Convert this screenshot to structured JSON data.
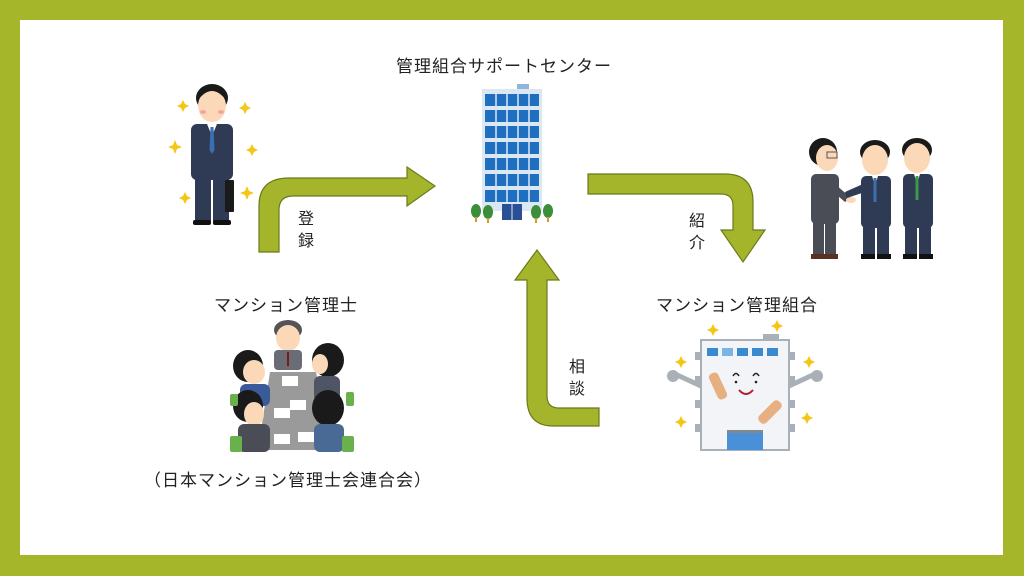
{
  "colors": {
    "frame": "#a6b62a",
    "arrow_fill": "#a5b52b",
    "arrow_stroke": "#6b7a1a",
    "background": "#ffffff"
  },
  "nodes": {
    "center": {
      "title": "管理組合サポートセンター",
      "icon": "office-building-icon"
    },
    "left": {
      "title": "マンション管理士",
      "subtitle": "（日本マンション管理士会連合会）",
      "icon_top": "businessman-icon",
      "icon_bottom": "meeting-group-icon"
    },
    "right": {
      "title": "マンション管理組合",
      "icon_top": "handshake-introduction-icon",
      "icon_bottom": "happy-building-icon"
    }
  },
  "arrows": [
    {
      "id": "register",
      "label": "登録",
      "from": "マンション管理士",
      "to": "管理組合サポートセンター"
    },
    {
      "id": "introduce",
      "label": "紹介",
      "from": "管理組合サポートセンター",
      "to": "マンション管理組合"
    },
    {
      "id": "consult",
      "label": "相談",
      "from": "マンション管理組合",
      "to": "管理組合サポートセンター"
    }
  ]
}
